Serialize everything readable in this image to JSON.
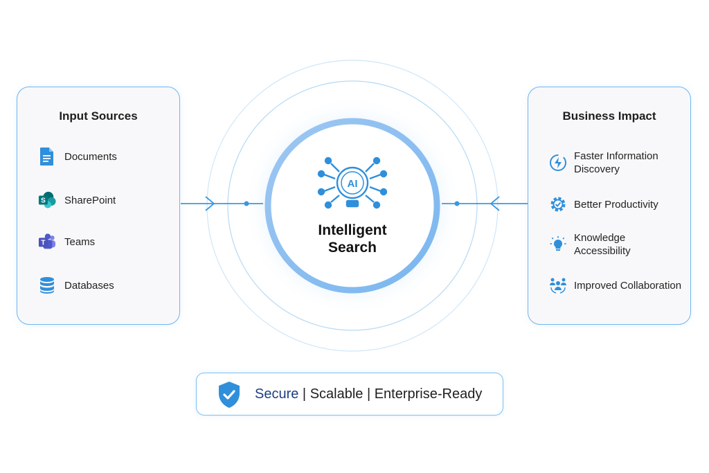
{
  "input_panel": {
    "title": "Input Sources",
    "items": [
      {
        "label": "Documents",
        "icon": "document-icon"
      },
      {
        "label": "SharePoint",
        "icon": "sharepoint-icon"
      },
      {
        "label": "Teams",
        "icon": "teams-icon"
      },
      {
        "label": "Databases",
        "icon": "database-icon"
      }
    ]
  },
  "center": {
    "title_line1": "Intelligent",
    "title_line2": "Search",
    "icon_text": "AI",
    "icon": "ai-chip-icon"
  },
  "impact_panel": {
    "title": "Business Impact",
    "items": [
      {
        "line1": "Faster Information",
        "line2": "Discovery",
        "icon": "lightning-icon"
      },
      {
        "line1": "Better Productivity",
        "line2": "",
        "icon": "gear-check-icon"
      },
      {
        "line1": "Knowledge",
        "line2": "Accessibility",
        "icon": "lightbulb-icon"
      },
      {
        "line1": "Improved Collaboration",
        "line2": "",
        "icon": "team-icon"
      }
    ]
  },
  "badge": {
    "icon": "shield-check-icon",
    "accent": "Secure",
    "sep1": " | ",
    "part2": "Scalable",
    "sep2": " | ",
    "part3": "Enterprise-Ready"
  },
  "colors": {
    "accent_blue": "#2f8fdb",
    "light_blue": "#6fb6ee",
    "navy": "#1d3f80"
  }
}
